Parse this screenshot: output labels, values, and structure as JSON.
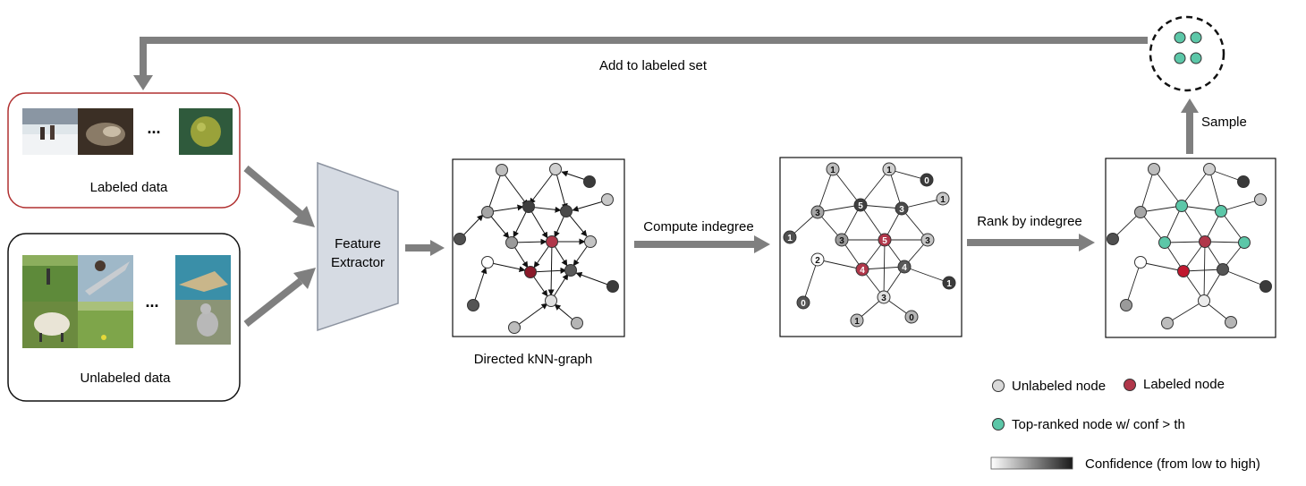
{
  "labels": {
    "add_to_labeled_set": "Add to labeled set",
    "labeled_data": "Labeled data",
    "unlabeled_data": "Unlabeled data",
    "ellipsis": "...",
    "feature_extractor_line1": "Feature",
    "feature_extractor_line2": "Extractor",
    "directed_knn_graph": "Directed kNN-graph",
    "compute_indegree": "Compute indegree",
    "rank_by_indegree": "Rank by indegree",
    "sample": "Sample"
  },
  "legend": {
    "unlabeled_node": "Unlabeled  node",
    "labeled_node": "Labeled  node",
    "top_ranked_node": "Top-ranked node w/ conf > th",
    "confidence": "Confidence (from low to high)"
  },
  "colors": {
    "arrow": "#7f7f7f",
    "labeled_box_border": "#b03030",
    "labeled_node": "#b0374a",
    "top_ranked_node": "#5cc7a8",
    "extractor_fill": "#d6dbe3",
    "unlabeled_light": "#d9d9d9"
  },
  "graph": {
    "indegrees": [
      "1",
      "1",
      "0",
      "1",
      "3",
      "5",
      "3",
      "1",
      "3",
      "5",
      "3",
      "2",
      "4",
      "4",
      "3",
      "0",
      "1",
      "0",
      "1"
    ]
  }
}
